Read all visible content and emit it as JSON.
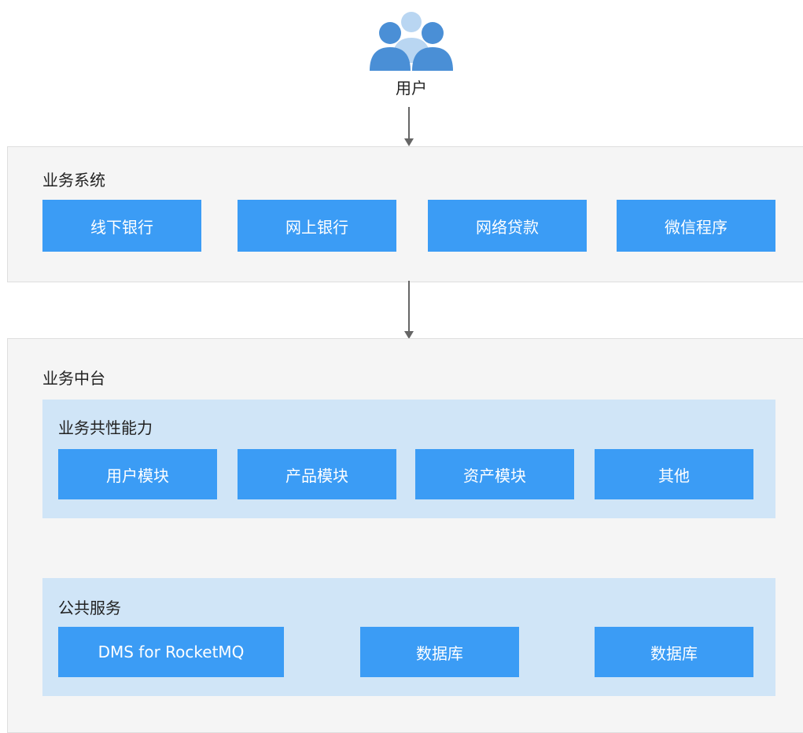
{
  "user": {
    "label": "用户",
    "icon": "users-icon"
  },
  "business_system": {
    "title": "业务系统",
    "items": [
      "线下银行",
      "网上银行",
      "网络贷款",
      "微信程序"
    ]
  },
  "business_platform": {
    "title": "业务中台",
    "common_capabilities": {
      "title": "业务共性能力",
      "items": [
        "用户模块",
        "产品模块",
        "资产模块",
        "其他"
      ]
    },
    "public_services": {
      "title": "公共服务",
      "items": [
        "DMS for RocketMQ",
        "数据库",
        "数据库"
      ]
    }
  },
  "colors": {
    "box": "#3b9cf5",
    "subpanel": "#d0e5f7",
    "panel": "#f5f5f5",
    "arrow": "#666666"
  }
}
